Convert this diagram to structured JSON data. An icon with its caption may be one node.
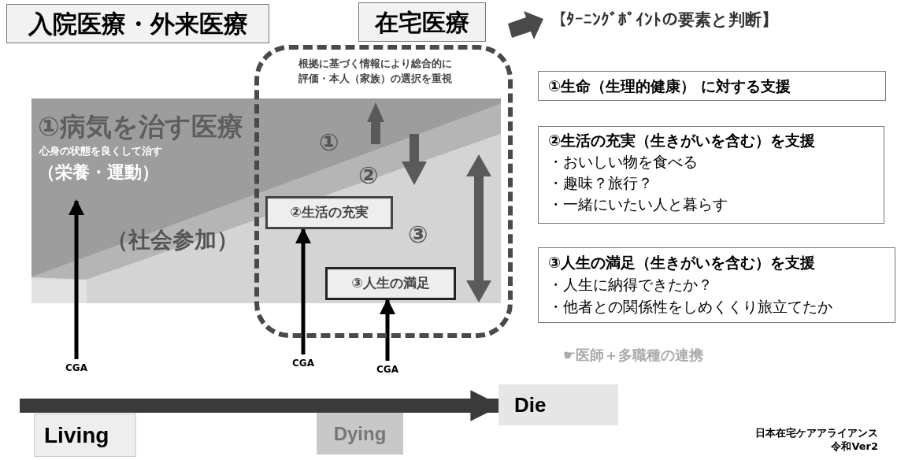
{
  "diagram": {
    "nodes": [
      {
        "text": [
          "入院医療・外来医療"
        ]
      },
      {
        "text": [
          "在宅医療"
        ]
      },
      {
        "text": [
          "根拠に基づく情報により総合的に評価・本人（家族）の選択を重視"
        ]
      },
      {
        "text": [
          "①生命（生理的健康） に対する支援"
        ]
      },
      {
        "text": [
          "②生活の充実（生きがいを含む）を支援",
          "・おいしい物を食べる",
          "・趣味？旅行？",
          "・一緒にいたい人と暮らす"
        ]
      },
      {
        "text": [
          "②生活の充実"
        ],
        "in": 2
      },
      {
        "text": [
          "③人生の満足（生きがいを含む）を支援",
          "・人生に納得できたか？",
          "・他者との関係性をしめくくり旅立てたか"
        ]
      },
      {
        "text": [
          "③人生の満足"
        ],
        "in": 2
      },
      {
        "text": [
          "CGA"
        ]
      },
      {
        "text": [
          "CGA"
        ]
      },
      {
        "text": [
          "CGA"
        ]
      },
      {
        "text": [
          "Die"
        ]
      },
      {
        "text": [
          "Living"
        ]
      },
      {
        "text": [
          "Dying"
        ]
      }
    ],
    "edges": [
      {
        "from": 8,
        "to": null,
        "arrow": "to"
      },
      {
        "from": 9,
        "to": 5,
        "arrow": "to"
      },
      {
        "from": 10,
        "to": 7,
        "arrow": "to"
      },
      {
        "from": null,
        "to": 11,
        "arrow": "to",
        "style": "thick",
        "color": "#3a3a3a"
      }
    ],
    "labels": [
      "【ﾀｰﾆﾝｸﾞﾎﾟｲﾝﾄの要素と判断】",
      "①病気を治す医療",
      "心身の状態を良くして治す",
      "（栄養・運動）",
      "（社会参加）",
      "①",
      "②",
      "③",
      "☛医師＋多職種の連携",
      "日本在宅ケアアライアンス",
      "令和Ver2"
    ]
  }
}
